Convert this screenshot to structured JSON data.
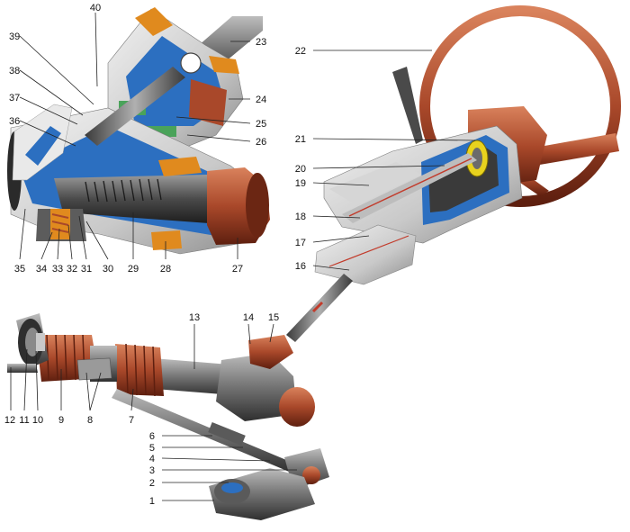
{
  "callouts": [
    "1",
    "2",
    "3",
    "4",
    "5",
    "6",
    "7",
    "8",
    "9",
    "10",
    "11",
    "12",
    "13",
    "14",
    "15",
    "16",
    "17",
    "18",
    "19",
    "20",
    "21",
    "22",
    "23",
    "24",
    "25",
    "26",
    "27",
    "28",
    "29",
    "30",
    "31",
    "32",
    "33",
    "34",
    "35",
    "36",
    "37",
    "38",
    "39",
    "40"
  ],
  "colors": {
    "copper": "#b4542f",
    "copper_dark": "#7a2d17",
    "steel": "#6e6e6e",
    "steel_dark": "#333333",
    "section_blue": "#2c6fc0",
    "section_orange": "#e08a1e",
    "section_green": "#4aa35a",
    "leader": "#222222"
  }
}
